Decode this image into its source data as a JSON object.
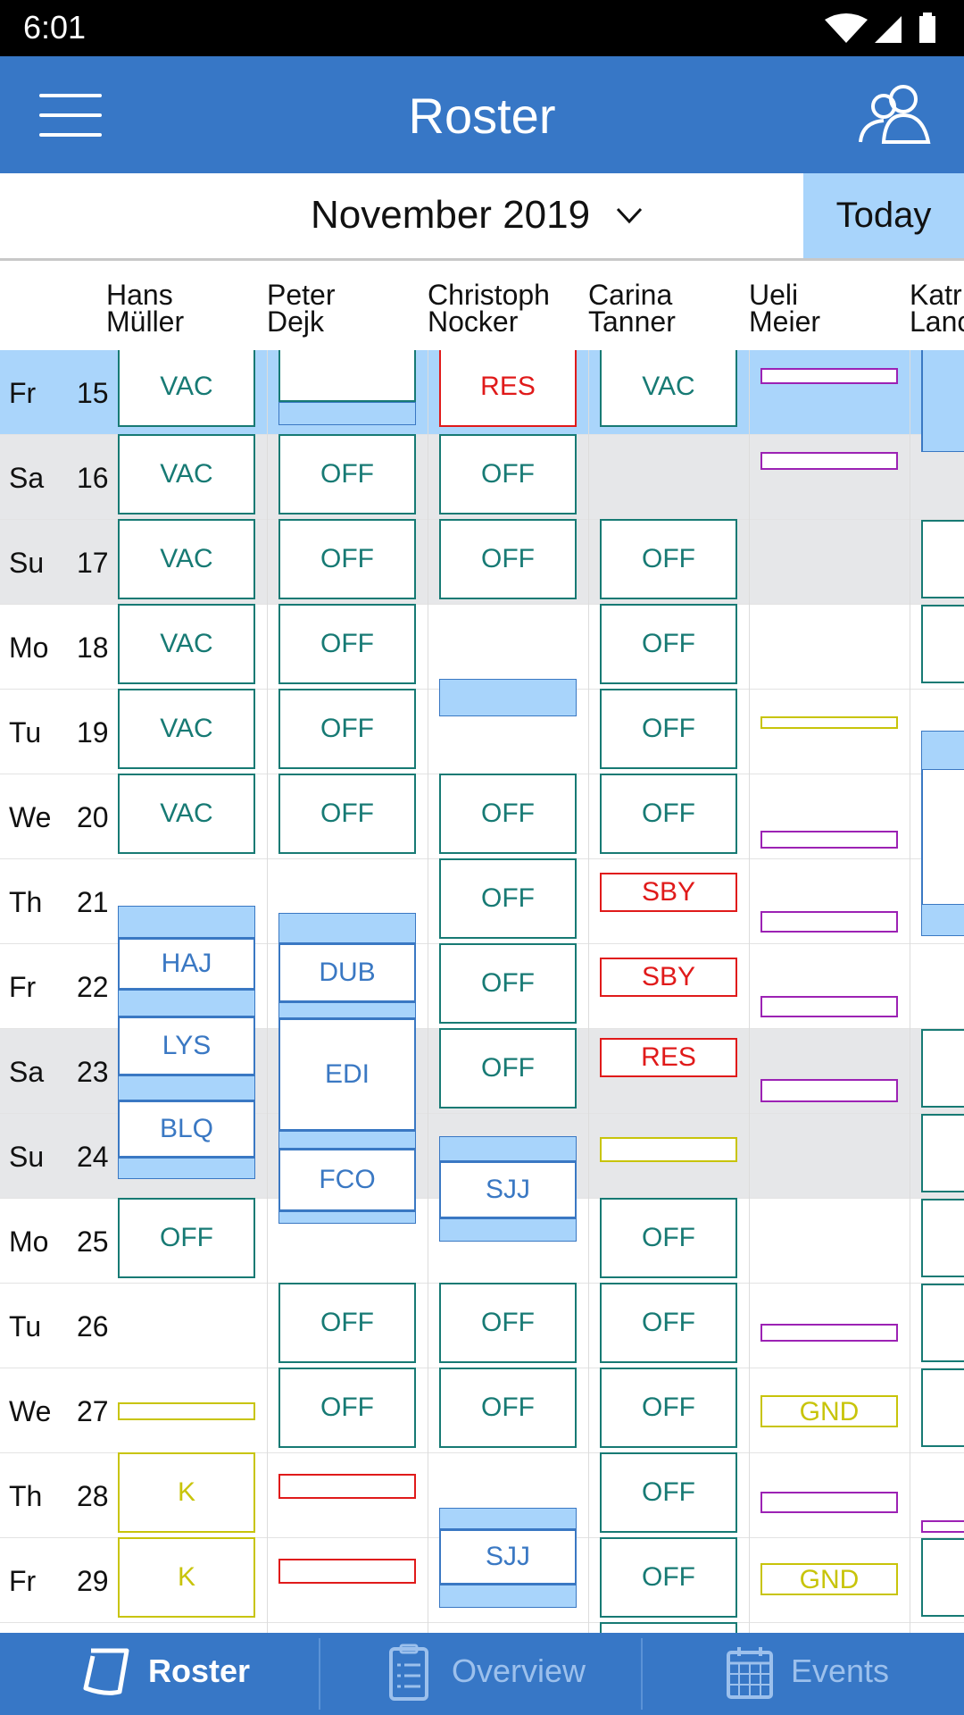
{
  "status": {
    "time": "6:01"
  },
  "appbar": {
    "title": "Roster"
  },
  "monthbar": {
    "month": "November 2019",
    "today": "Today"
  },
  "employees": [
    {
      "first": "Hans",
      "last": "Müller"
    },
    {
      "first": "Peter",
      "last": "Dejk"
    },
    {
      "first": "Christoph",
      "last": "Nocker"
    },
    {
      "first": "Carina",
      "last": "Tanner"
    },
    {
      "first": "Ueli",
      "last": "Meier"
    },
    {
      "first": "Katr",
      "last": "Lanc"
    }
  ],
  "days": [
    {
      "dow": "Fr",
      "num": "15"
    },
    {
      "dow": "Sa",
      "num": "16"
    },
    {
      "dow": "Su",
      "num": "17"
    },
    {
      "dow": "Mo",
      "num": "18"
    },
    {
      "dow": "Tu",
      "num": "19"
    },
    {
      "dow": "We",
      "num": "20"
    },
    {
      "dow": "Th",
      "num": "21"
    },
    {
      "dow": "Fr",
      "num": "22"
    },
    {
      "dow": "Sa",
      "num": "23"
    },
    {
      "dow": "Su",
      "num": "24"
    },
    {
      "dow": "Mo",
      "num": "25"
    },
    {
      "dow": "Tu",
      "num": "26"
    },
    {
      "dow": "We",
      "num": "27"
    },
    {
      "dow": "Th",
      "num": "28"
    },
    {
      "dow": "Fr",
      "num": "29"
    }
  ],
  "codes": {
    "vac": "VAC",
    "off": "OFF",
    "res": "RES",
    "sby": "SBY",
    "gnd": "GND",
    "k": "K",
    "haj": "HAJ",
    "lys": "LYS",
    "blq": "BLQ",
    "dub": "DUB",
    "edi": "EDI",
    "fco": "FCO",
    "sjj": "SJJ"
  },
  "nav": {
    "roster": "Roster",
    "overview": "Overview",
    "events": "Events"
  }
}
